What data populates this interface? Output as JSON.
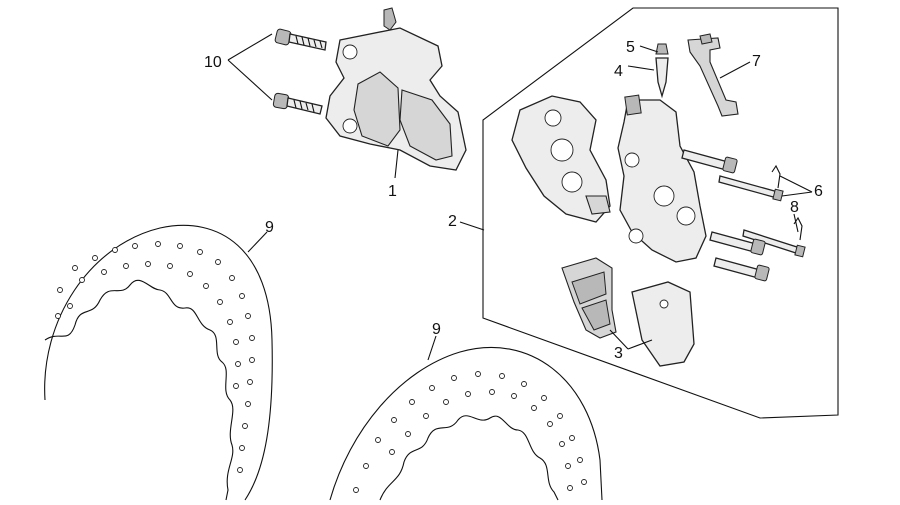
{
  "diagram": {
    "callouts": {
      "c1": "1",
      "c2": "2",
      "c3": "3",
      "c4": "4",
      "c5": "5",
      "c6": "6",
      "c7": "7",
      "c8": "8",
      "c9a": "9",
      "c9b": "9",
      "c10": "10"
    },
    "colors": {
      "line": "#222222",
      "part_fill": "#ededed",
      "shade": "#d6d6d6",
      "background": "#ffffff"
    }
  }
}
